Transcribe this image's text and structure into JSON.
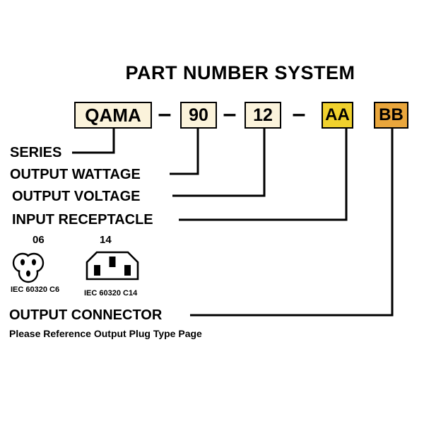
{
  "title": "PART NUMBER SYSTEM",
  "part_number": {
    "separator": "–",
    "segments": [
      {
        "label": "QAMA",
        "meaning": "SERIES"
      },
      {
        "label": "90",
        "meaning": "OUTPUT WATTAGE"
      },
      {
        "label": "12",
        "meaning": "OUTPUT VOLTAGE"
      },
      {
        "label": "AA",
        "meaning": "INPUT RECEPTACLE"
      },
      {
        "label": "BB",
        "meaning": "OUTPUT CONNECTOR"
      }
    ]
  },
  "field_labels": {
    "series": "SERIES",
    "output_wattage": "OUTPUT WATTAGE",
    "output_voltage": "OUTPUT VOLTAGE",
    "input_receptacle": "INPUT RECEPTACLE",
    "output_connector": "OUTPUT CONNECTOR"
  },
  "receptacle_options": [
    {
      "code": "06",
      "caption": "IEC 60320 C6",
      "icon": "iec-c6-connector-icon"
    },
    {
      "code": "14",
      "caption": "IEC 60320 C14",
      "icon": "iec-c14-connector-icon"
    }
  ],
  "footnote": "Please Reference Output Plug Type Page",
  "colors": {
    "segment_cream": "#FBF3DB",
    "segment_yellow": "#F0D12D",
    "segment_orange": "#E9A63C",
    "border": "#000000",
    "text": "#000000",
    "background": "#FFFFFF"
  }
}
